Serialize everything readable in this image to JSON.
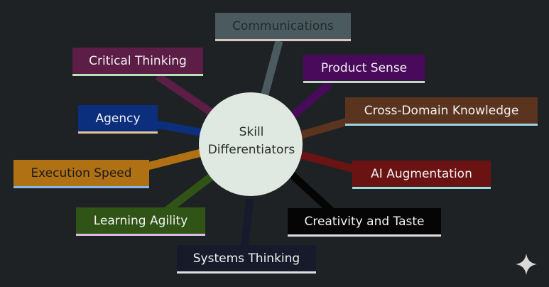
{
  "center": {
    "line1": "Skill",
    "line2": "Differentiators"
  },
  "nodes": {
    "communications": "Communications",
    "critical_thinking": "Critical Thinking",
    "product_sense": "Product Sense",
    "agency": "Agency",
    "cross_domain": "Cross-Domain Knowledge",
    "execution_speed": "Execution Speed",
    "ai_augmentation": "AI Augmentation",
    "learning_agility": "Learning Agility",
    "creativity": "Creativity and Taste",
    "systems_thinking": "Systems Thinking"
  },
  "colors": {
    "background": "#1f2225",
    "center": "#dfe9e1",
    "communications": "#4a5a5f",
    "critical_thinking": "#5c1d46",
    "product_sense": "#4a0a5c",
    "agency": "#0b2f7c",
    "cross_domain": "#5a341f",
    "execution_speed": "#b07014",
    "ai_augmentation": "#6b1313",
    "learning_agility": "#2f5416",
    "creativity": "#050505",
    "systems_thinking": "#161a2b"
  },
  "icons": {
    "corner": "sparkle-icon"
  }
}
